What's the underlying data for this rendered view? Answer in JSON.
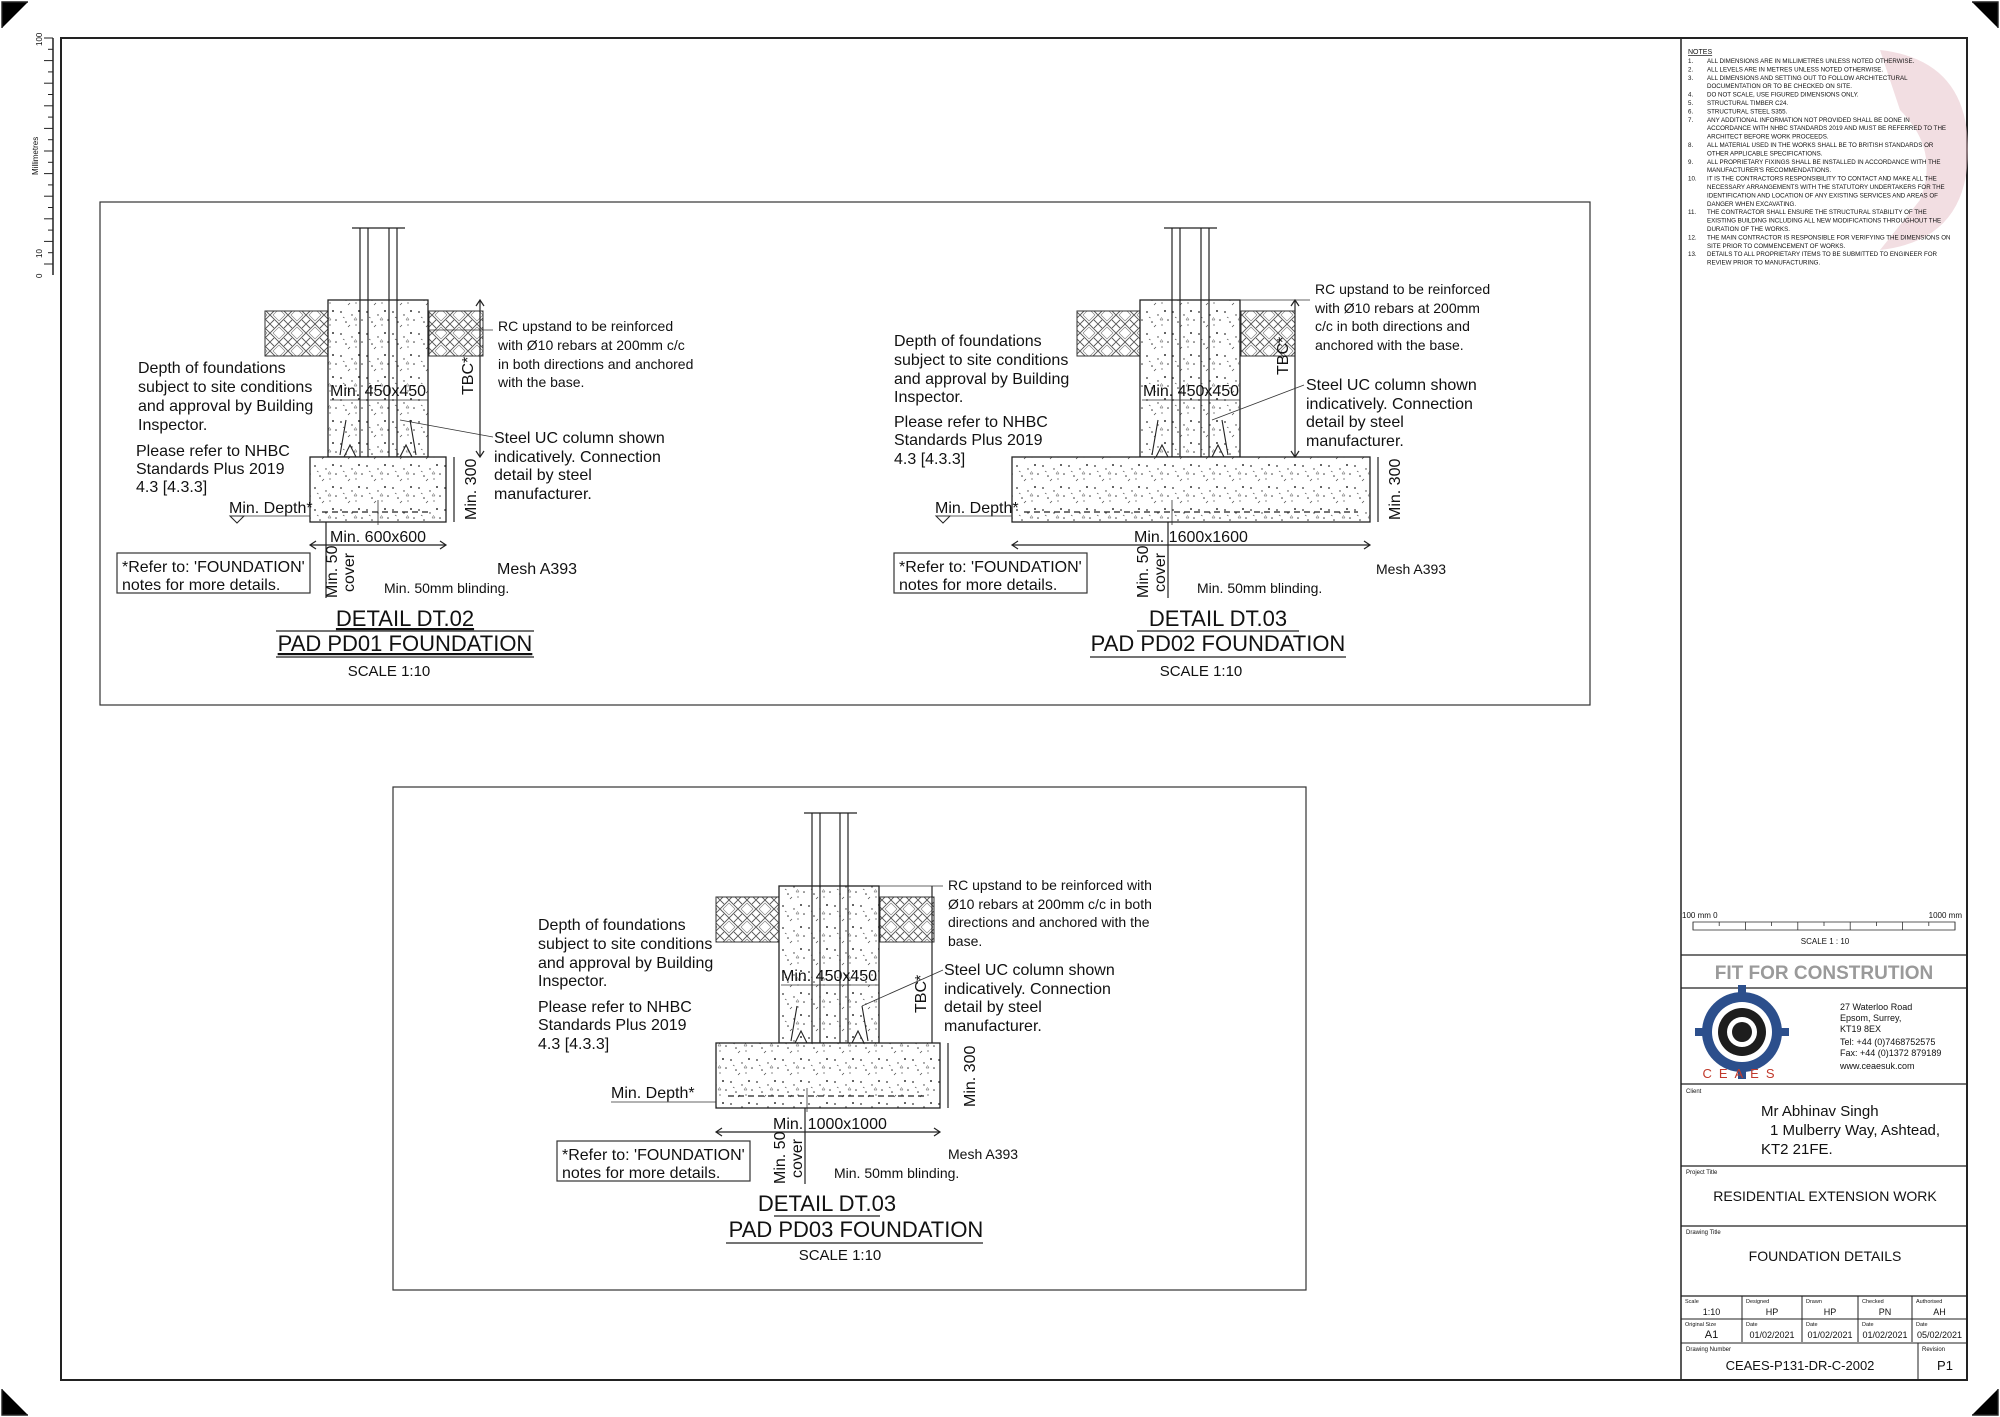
{
  "ruler": {
    "label": "Millimetres",
    "ticks": [
      "100",
      "10",
      "0"
    ]
  },
  "details": [
    {
      "title": "DETAIL DT.02",
      "subtitle": "PAD PD01 FOUNDATION",
      "scale": "SCALE 1:10",
      "depth_note": [
        "Depth of foundations",
        "subject to site conditions",
        "and approval by Building",
        "Inspector."
      ],
      "nhbc_note": [
        "Please refer to NHBC",
        "Standards Plus 2019",
        "4.3 [4.3.3]"
      ],
      "upstand_note": [
        "RC upstand to be reinforced",
        "with Ø10 rebars at 200mm c/c",
        "in both directions and anchored",
        "with the base."
      ],
      "column_note": [
        "Steel UC column shown",
        "indicatively. Connection",
        "detail by steel",
        "manufacturer."
      ],
      "upstand_dim": "Min. 450x450",
      "tbc": "TBC*",
      "base_height": "Min. 300",
      "min_depth": "Min. Depth*",
      "base_dim": "Min. 600x600",
      "cover": [
        "Min. 50",
        "cover"
      ],
      "blinding": "Min. 50mm blinding.",
      "mesh": "Mesh A393",
      "refer_note": [
        "*Refer to: 'FOUNDATION'",
        "notes for more details."
      ]
    },
    {
      "title": "DETAIL DT.03",
      "subtitle": "PAD PD02 FOUNDATION",
      "scale": "SCALE 1:10",
      "depth_note": [
        "Depth of foundations",
        "subject to site conditions",
        "and approval by Building",
        "Inspector."
      ],
      "nhbc_note": [
        "Please refer to NHBC",
        "Standards Plus 2019",
        "4.3 [4.3.3]"
      ],
      "upstand_note": [
        "RC upstand to be reinforced",
        "with Ø10 rebars at 200mm",
        "c/c in both directions and",
        "anchored with the base."
      ],
      "column_note": [
        "Steel UC column shown",
        "indicatively. Connection",
        "detail by steel",
        "manufacturer."
      ],
      "upstand_dim": "Min. 450x450",
      "tbc": "TBC*",
      "base_height": "Min. 300",
      "min_depth": "Min. Depth*",
      "base_dim": "Min. 1600x1600",
      "cover": [
        "Min. 50",
        "cover"
      ],
      "blinding": "Min. 50mm blinding.",
      "mesh": "Mesh A393",
      "refer_note": [
        "*Refer to: 'FOUNDATION'",
        "notes for more details."
      ]
    },
    {
      "title": "DETAIL DT.03",
      "subtitle": "PAD PD03 FOUNDATION",
      "scale": "SCALE 1:10",
      "depth_note": [
        "Depth of foundations",
        "subject to site conditions",
        "and approval by Building",
        "Inspector."
      ],
      "nhbc_note": [
        "Please refer to NHBC",
        "Standards Plus 2019",
        "4.3 [4.3.3]"
      ],
      "upstand_note": [
        "RC upstand to be reinforced with",
        "Ø10 rebars at 200mm c/c in both",
        "directions and anchored with the",
        "base."
      ],
      "column_note": [
        "Steel UC column shown",
        "indicatively. Connection",
        "detail by steel",
        "manufacturer."
      ],
      "upstand_dim": "Min. 450x450",
      "tbc": "TBC*",
      "base_height": "Min. 300",
      "min_depth": "Min. Depth*",
      "base_dim": "Min. 1000x1000",
      "cover": [
        "Min. 50",
        "cover"
      ],
      "blinding": "Min. 50mm blinding.",
      "mesh": "Mesh A393",
      "refer_note": [
        "*Refer to: 'FOUNDATION'",
        "notes for more details."
      ]
    }
  ],
  "notes": {
    "heading": "NOTES",
    "items": [
      {
        "n": "1.",
        "lines": [
          "ALL DIMENSIONS ARE IN MILLIMETRES UNLESS NOTED OTHERWISE."
        ]
      },
      {
        "n": "2.",
        "lines": [
          "ALL LEVELS ARE IN METRES UNLESS NOTED OTHERWISE."
        ]
      },
      {
        "n": "3.",
        "lines": [
          "ALL DIMENSIONS AND SETTING OUT TO FOLLOW ARCHITECTURAL",
          "DOCUMENTATION OR TO BE CHECKED ON SITE."
        ]
      },
      {
        "n": "4.",
        "lines": [
          "DO NOT SCALE, USE FIGURED DIMENSIONS ONLY."
        ]
      },
      {
        "n": "5.",
        "lines": [
          "STRUCTURAL TIMBER C24."
        ]
      },
      {
        "n": "6.",
        "lines": [
          "STRUCTURAL STEEL S355."
        ]
      },
      {
        "n": "7.",
        "lines": [
          "ANY ADDITIONAL INFORMATION NOT PROVIDED SHALL BE DONE IN",
          "ACCORDANCE WITH NHBC STANDARDS 2019 AND MUST BE REFERRED TO THE",
          "ARCHITECT BEFORE WORK PROCEEDS."
        ]
      },
      {
        "n": "8.",
        "lines": [
          "ALL MATERIAL USED IN THE WORKS SHALL BE TO BRITISH STANDARDS OR",
          "OTHER APPLICABLE SPECIFICATIONS."
        ]
      },
      {
        "n": "9.",
        "lines": [
          "ALL PROPRIETARY FIXINGS SHALL BE INSTALLED IN ACCORDANCE WITH THE",
          "MANUFACTURER'S RECOMMENDATIONS."
        ]
      },
      {
        "n": "10.",
        "lines": [
          "IT IS THE CONTRACTORS RESPONSIBILITY TO CONTACT AND MAKE ALL THE",
          "NECESSARY ARRANGEMENTS WITH THE STATUTORY UNDERTAKERS FOR THE",
          "IDENTIFICATION AND LOCATION OF ANY EXISTING SERVICES AND AREAS OF",
          "DANGER WHEN EXCAVATING."
        ]
      },
      {
        "n": "11.",
        "lines": [
          "THE CONTRACTOR SHALL ENSURE THE STRUCTURAL STABILITY OF THE",
          "EXISTING BUILDING INCLUDING ALL NEW MODIFICATIONS THROUGHOUT THE",
          "DURATION OF THE WORKS."
        ]
      },
      {
        "n": "12.",
        "lines": [
          "THE MAIN CONTRACTOR IS RESPONSIBLE FOR VERIFYING THE DIMENSIONS ON",
          "SITE PRIOR TO COMMENCEMENT OF WORKS."
        ]
      },
      {
        "n": "13.",
        "lines": [
          "DETAILS TO ALL PROPRIETARY ITEMS TO BE SUBMITTED TO ENGINEER FOR",
          "REVIEW PRIOR TO MANUFACTURING."
        ]
      }
    ]
  },
  "scale_bar": {
    "left": "100 mm  0",
    "right": "1000 mm",
    "label": "SCALE 1 : 10"
  },
  "company": {
    "status": "FIT FOR CONSTRUTION",
    "logo_letters": "CEAES",
    "address": [
      "27 Waterloo Road",
      "Epsom, Surrey,",
      "KT19 8EX"
    ],
    "tel": "Tel: +44 (0)7468752575",
    "fax": "Fax: +44 (0)1372 879189",
    "web": "www.ceaesuk.com"
  },
  "client": {
    "label": "Client",
    "lines": [
      "Mr Abhinav Singh",
      "1 Mulberry Way, Ashtead,",
      "KT2 21FE."
    ]
  },
  "project": {
    "label": "Project Title",
    "value": "RESIDENTIAL EXTENSION WORK"
  },
  "drawing": {
    "label": "Drawing Title",
    "value": "FOUNDATION DETAILS"
  },
  "info_row1": [
    {
      "label": "Scale",
      "value": "1:10"
    },
    {
      "label": "Designed",
      "value": "HP"
    },
    {
      "label": "Drawn",
      "value": "HP"
    },
    {
      "label": "Checked",
      "value": "PN"
    },
    {
      "label": "Authorised",
      "value": "AH"
    }
  ],
  "info_row2": [
    {
      "label": "Original Size",
      "value": "A1"
    },
    {
      "label": "Date",
      "value": "01/02/2021"
    },
    {
      "label": "Date",
      "value": "01/02/2021"
    },
    {
      "label": "Date",
      "value": "01/02/2021"
    },
    {
      "label": "Date",
      "value": "05/02/2021"
    }
  ],
  "drawing_number": {
    "label": "Drawing Number",
    "value": "CEAES-P131-DR-C-2002"
  },
  "revision": {
    "label": "Revision",
    "value": "P1"
  },
  "colors": {
    "logo_blue": "#2c4f8c",
    "logo_dark": "#1d1d1d",
    "logo_red": "#c0392b",
    "status_grey": "#9a9a9a",
    "watermark": "#e8c3cb"
  }
}
